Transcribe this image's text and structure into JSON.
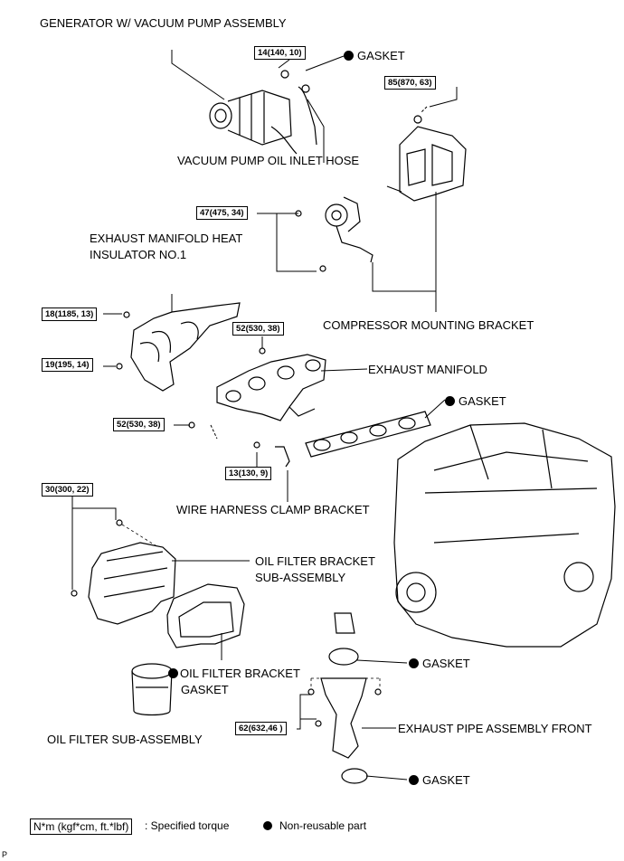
{
  "labels": {
    "generator": "GENERATOR W/ VACUUM PUMP ASSEMBLY",
    "vacuum_hose": "VACUUM PUMP OIL INLET HOSE",
    "heat_insulator_1": "EXHAUST MANIFOLD HEAT",
    "heat_insulator_2": "INSULATOR NO.1",
    "compressor_bracket": "COMPRESSOR MOUNTING BRACKET",
    "exhaust_manifold": "EXHAUST MANIFOLD",
    "wire_harness": "WIRE HARNESS CLAMP BRACKET",
    "oil_filter_bracket_1": "OIL FILTER BRACKET",
    "oil_filter_bracket_2": "SUB-ASSEMBLY",
    "oil_filter_gasket_1": "OIL FILTER BRACKET",
    "oil_filter_gasket_2": "GASKET",
    "oil_filter": "OIL FILTER SUB-ASSEMBLY",
    "exhaust_pipe": "EXHAUST PIPE ASSEMBLY FRONT",
    "gasket": "GASKET"
  },
  "torques": {
    "t1": "14(140, 10)",
    "t2": "85(870, 63)",
    "t3": "47(475, 34)",
    "t4": "18(1185, 13)",
    "t5": "19(195, 14)",
    "t6": "52(530, 38)",
    "t7": "52(530, 38)",
    "t8": "13(130, 9)",
    "t9": "30(300, 22)",
    "t10": "62(632,46 )"
  },
  "legend": {
    "torque_box": "N*m (kgf*cm, ft.*lbf)",
    "torque_text": ": Specified torque",
    "nonreusable": "Non-reusable part"
  },
  "footer": "P"
}
